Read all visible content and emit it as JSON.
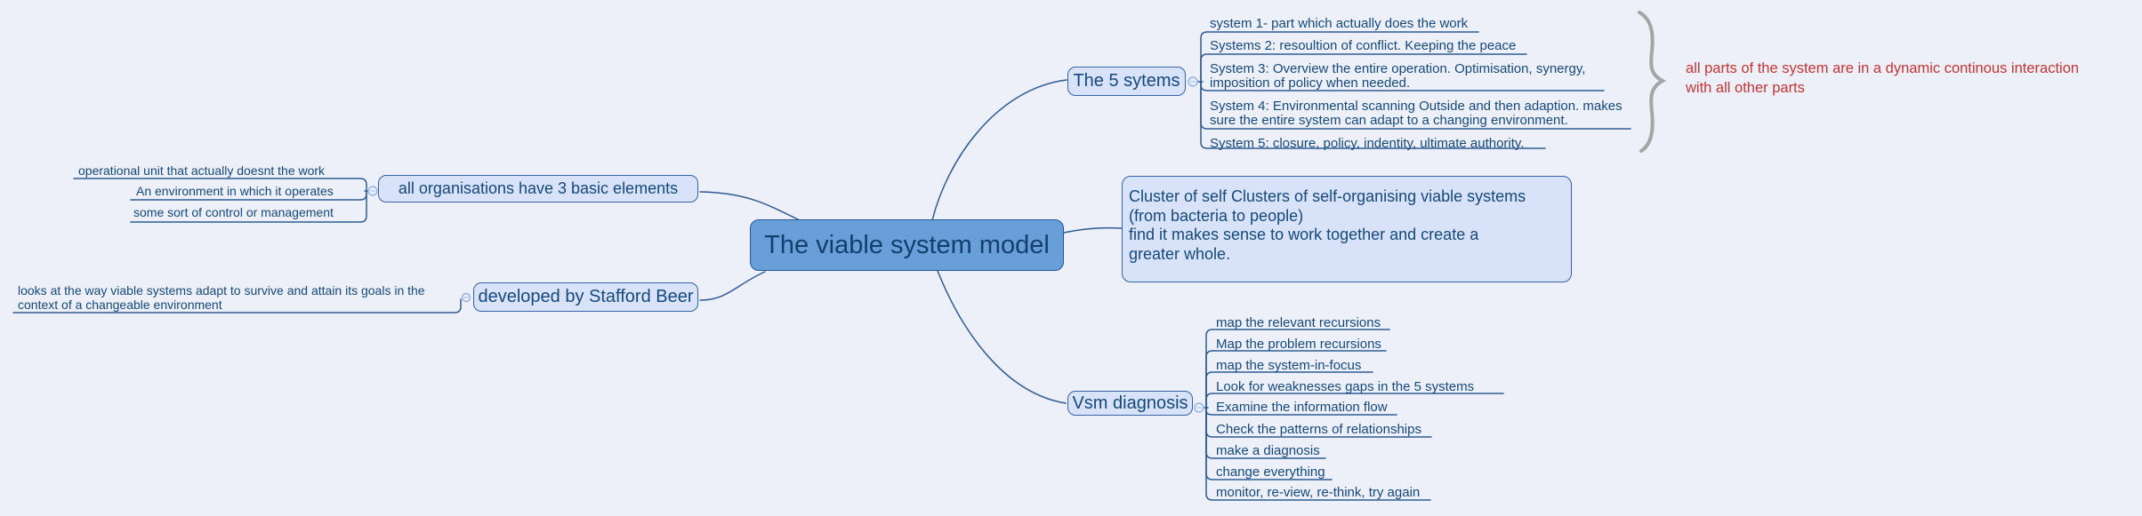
{
  "root": {
    "label": "The viable system model"
  },
  "five_systems": {
    "label": "The 5 sytems",
    "children": [
      "system 1- part which actually does the work",
      "Systems 2: resoultion of conflict. Keeping the peace",
      "System 3: Overview the entire operation. Optimisation, synergy, imposition of policy when needed.",
      "System 4: Environmental scanning Outside and then adaption. makes sure the entire system can adapt to a changing environment.",
      "System 5: closure, policy, indentity, ultimate authority."
    ],
    "annotation": [
      "all parts of the system are in a dynamic continous interaction",
      "with all other parts"
    ]
  },
  "cluster": {
    "lines": [
      "Cluster of self Clusters of self-organising viable systems",
      "(from bacteria to people)",
      "find it makes sense to work together and create a",
      "greater whole."
    ]
  },
  "all_organisations": {
    "label": "all organisations have 3 basic elements",
    "children": [
      "operational unit that actually doesnt the work",
      "An environment in which it operates",
      "some sort of control or management"
    ]
  },
  "developed": {
    "label": "developed by Stafford Beer",
    "children": [
      "looks at the way viable systems adapt to survive and attain its goals in the context of a changeable environment"
    ]
  },
  "vsm": {
    "label": "Vsm diagnosis",
    "children": [
      "map the relevant recursions",
      "Map the problem recursions",
      "map the system-in-focus",
      "Look for weaknesses gaps in the 5 systems",
      "Examine the information flow",
      "Check the patterns of relationships",
      "make a diagnosis",
      "change everything",
      "monitor, re-view, re-think, try again"
    ]
  },
  "colors": {
    "background": "#edf0f8",
    "root_fill": "#699fd8",
    "node_fill": "#d8e2f9",
    "node_border": "#3563a3",
    "text": "#15497c",
    "edge": "#2e5a94",
    "annotation_red": "#c43535",
    "brace_gray": "#a5a5a5"
  }
}
